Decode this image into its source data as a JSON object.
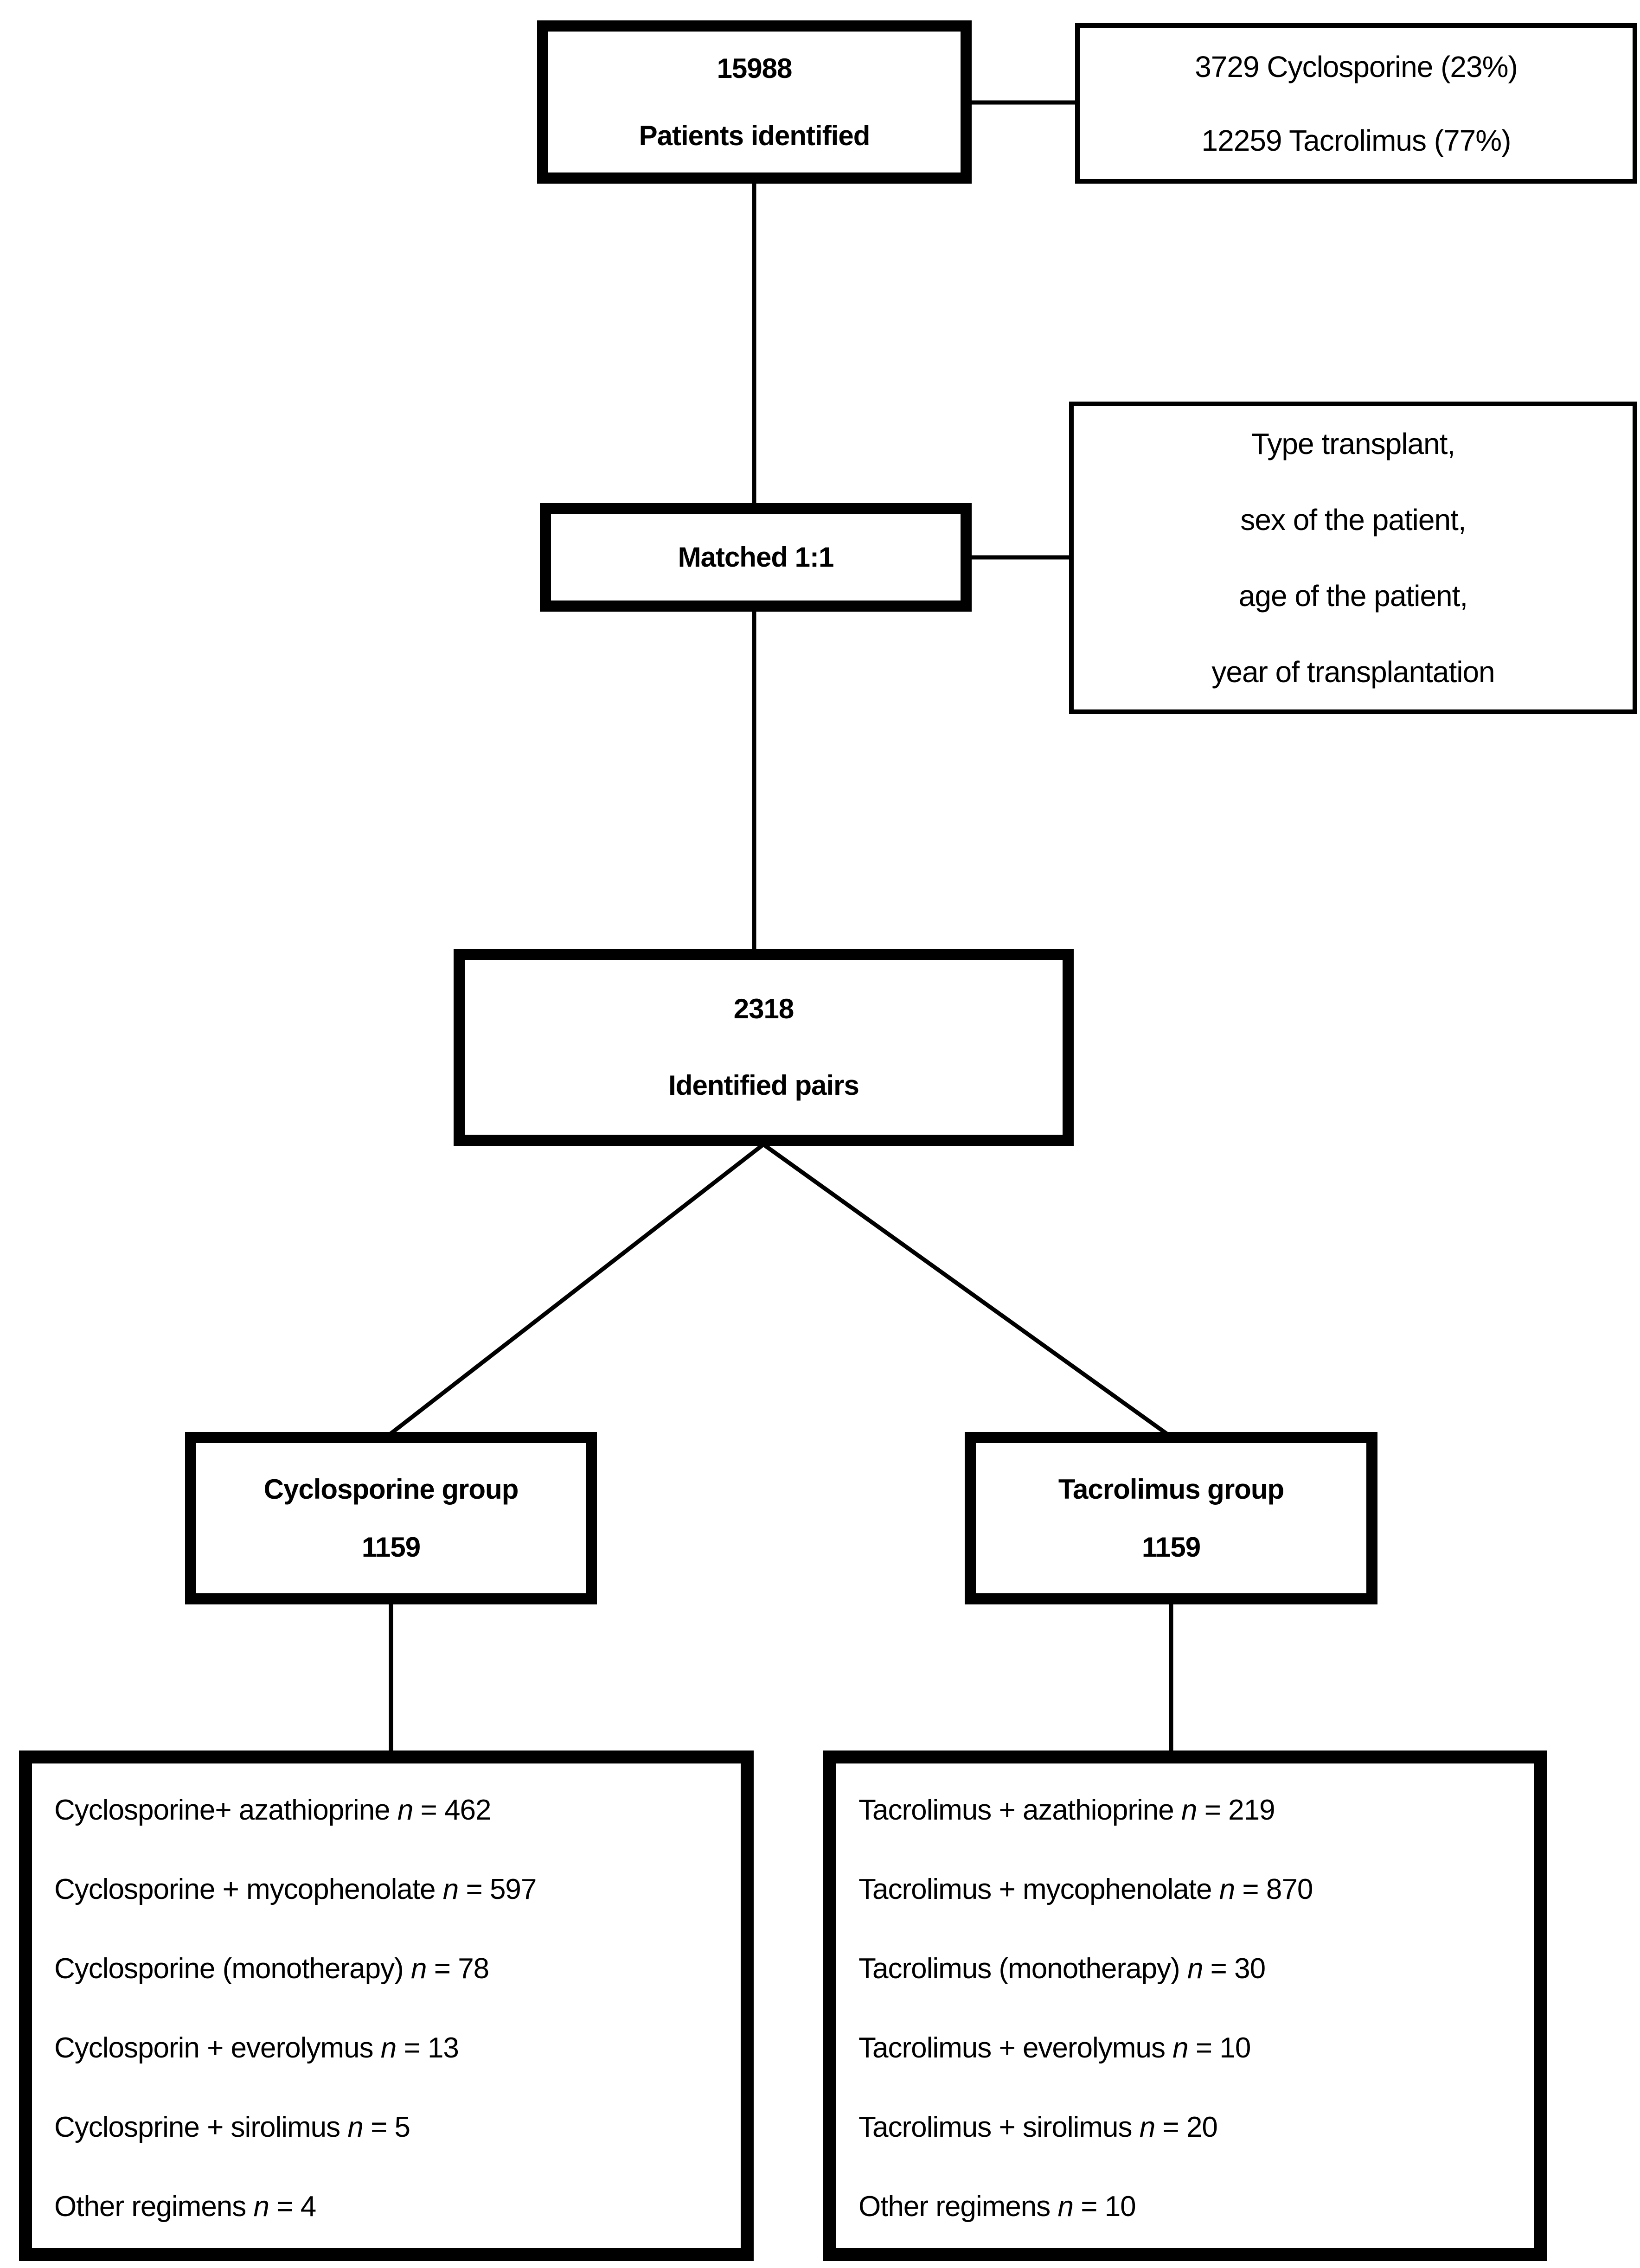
{
  "figure": {
    "background": "#ffffff",
    "line_color": "#000000"
  },
  "symbols": {
    "n": "n",
    "eq": "="
  },
  "boxes": {
    "patients": {
      "count": "15988",
      "label": "Patients identified"
    },
    "split": {
      "line1": "3729 Cyclosporine (23%)",
      "line2": "12259 Tacrolimus (77%)"
    },
    "matched": {
      "label": "Matched 1:1"
    },
    "criteria": {
      "line1": "Type transplant,",
      "line2": "sex of the patient,",
      "line3": "age of the patient,",
      "line4": "year of transplantation"
    },
    "pairs": {
      "count": "2318",
      "label": "Identified pairs"
    },
    "cyclosporine_group": {
      "label": "Cyclosporine group",
      "count": "1159"
    },
    "tacrolimus_group": {
      "label": "Tacrolimus group",
      "count": "1159"
    }
  },
  "regimens_left": {
    "items": [
      {
        "drug": "Cyclosporine+ azathioprine",
        "value": "462"
      },
      {
        "drug": "Cyclosporine + mycophenolate",
        "value": "597"
      },
      {
        "drug": "Cyclosporine (monotherapy)",
        "value": "78"
      },
      {
        "drug": "Cyclosporin + everolymus",
        "value": "13"
      },
      {
        "drug": "Cyclosprine + sirolimus",
        "value": "5"
      },
      {
        "drug": "Other regimens",
        "value": "4"
      }
    ]
  },
  "regimens_right": {
    "items": [
      {
        "drug": "Tacrolimus + azathioprine",
        "value": "219"
      },
      {
        "drug": "Tacrolimus + mycophenolate",
        "value": "870"
      },
      {
        "drug": "Tacrolimus (monotherapy)",
        "value": "30"
      },
      {
        "drug": "Tacrolimus + everolymus",
        "value": "10"
      },
      {
        "drug": "Tacrolimus + sirolimus",
        "value": "20"
      },
      {
        "drug": "Other regimens",
        "value": "10"
      }
    ]
  }
}
